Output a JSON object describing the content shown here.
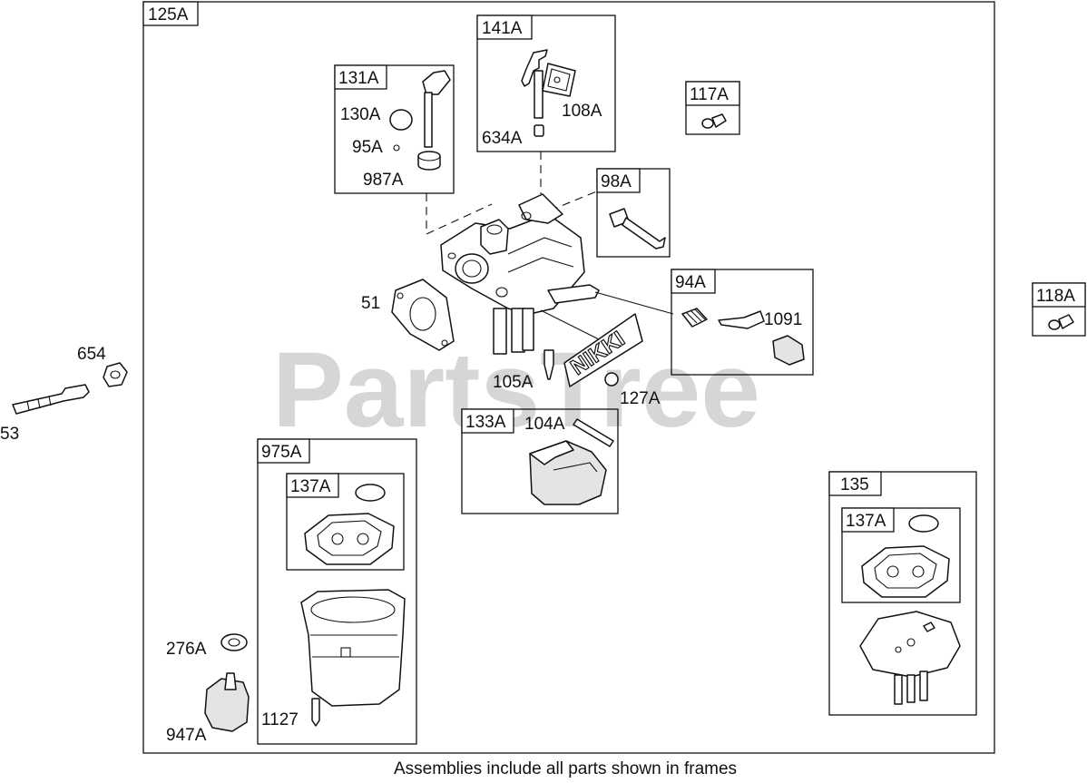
{
  "watermark": "PartsTree",
  "caption": "Assemblies include all parts shown in frames",
  "frames": {
    "f125a": "125A",
    "f141a": "141A",
    "f131a": "131A",
    "f117a": "117A",
    "f98a": "98A",
    "f94a": "94A",
    "f118a": "118A",
    "f133a": "133A",
    "f975a": "975A",
    "f137a_main": "137A",
    "f135": "135",
    "f137a_side": "137A"
  },
  "parts": {
    "p108a": "108A",
    "p634a": "634A",
    "p130a": "130A",
    "p95a": "95A",
    "p987a": "987A",
    "p51": "51",
    "p654": "654",
    "p53": "53",
    "p1091": "1091",
    "p105a": "105A",
    "p127a": "127A",
    "p104a": "104A",
    "p276a": "276A",
    "p947a": "947A",
    "p1127": "1127"
  },
  "brand_plate": "NIKKI"
}
